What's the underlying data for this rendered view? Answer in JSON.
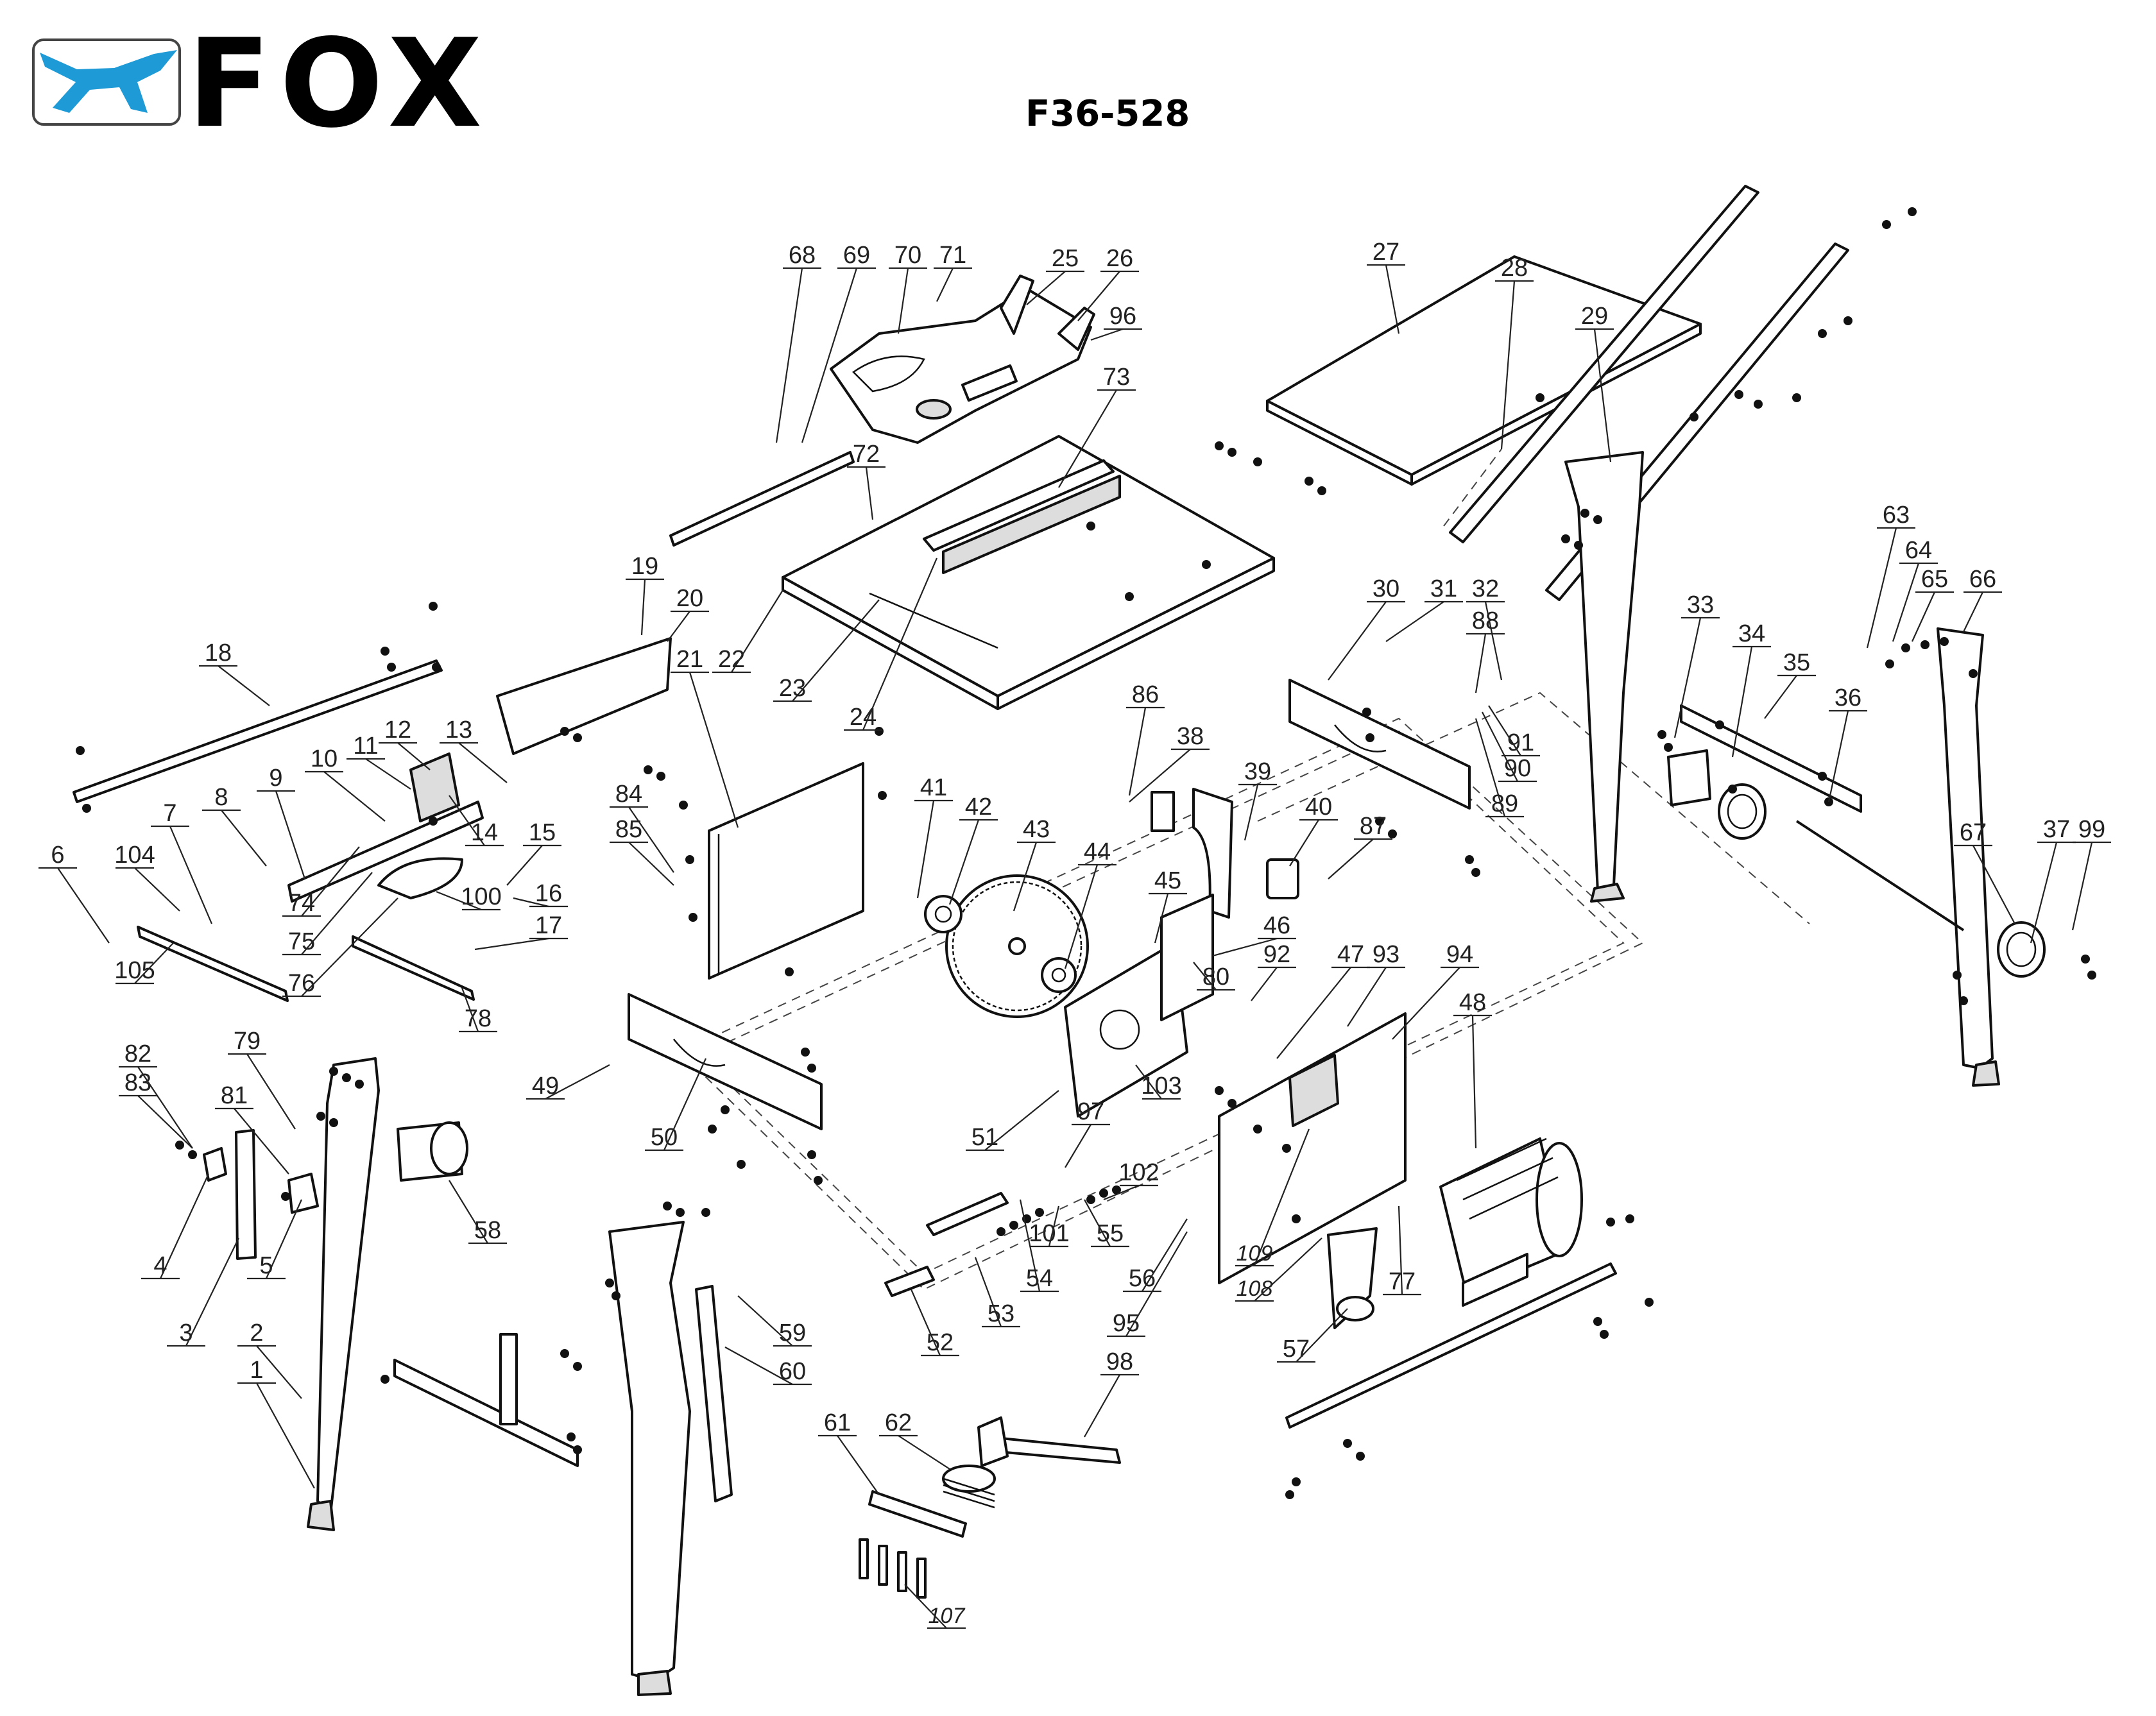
{
  "brand": {
    "name": "FOX",
    "accent": "#1e9ad6",
    "logo_icon": "fox-leaping-icon"
  },
  "model": "F36-528",
  "callouts": [
    {
      "id": "1",
      "label": "1"
    },
    {
      "id": "2",
      "label": "2"
    },
    {
      "id": "3",
      "label": "3"
    },
    {
      "id": "4",
      "label": "4"
    },
    {
      "id": "5",
      "label": "5"
    },
    {
      "id": "6",
      "label": "6"
    },
    {
      "id": "7",
      "label": "7"
    },
    {
      "id": "8",
      "label": "8"
    },
    {
      "id": "9",
      "label": "9"
    },
    {
      "id": "10",
      "label": "10"
    },
    {
      "id": "11",
      "label": "11"
    },
    {
      "id": "12",
      "label": "12"
    },
    {
      "id": "13",
      "label": "13"
    },
    {
      "id": "14",
      "label": "14"
    },
    {
      "id": "15",
      "label": "15"
    },
    {
      "id": "16",
      "label": "16"
    },
    {
      "id": "17",
      "label": "17"
    },
    {
      "id": "18",
      "label": "18"
    },
    {
      "id": "19",
      "label": "19"
    },
    {
      "id": "20",
      "label": "20"
    },
    {
      "id": "21",
      "label": "21"
    },
    {
      "id": "22",
      "label": "22"
    },
    {
      "id": "23",
      "label": "23"
    },
    {
      "id": "24",
      "label": "24"
    },
    {
      "id": "25",
      "label": "25"
    },
    {
      "id": "26",
      "label": "26"
    },
    {
      "id": "27",
      "label": "27"
    },
    {
      "id": "28",
      "label": "28"
    },
    {
      "id": "29",
      "label": "29"
    },
    {
      "id": "30",
      "label": "30"
    },
    {
      "id": "31",
      "label": "31"
    },
    {
      "id": "32",
      "label": "32"
    },
    {
      "id": "33",
      "label": "33"
    },
    {
      "id": "34",
      "label": "34"
    },
    {
      "id": "35",
      "label": "35"
    },
    {
      "id": "36",
      "label": "36"
    },
    {
      "id": "37",
      "label": "37"
    },
    {
      "id": "38",
      "label": "38"
    },
    {
      "id": "39",
      "label": "39"
    },
    {
      "id": "40",
      "label": "40"
    },
    {
      "id": "41",
      "label": "41"
    },
    {
      "id": "42",
      "label": "42"
    },
    {
      "id": "43",
      "label": "43"
    },
    {
      "id": "44",
      "label": "44"
    },
    {
      "id": "45",
      "label": "45"
    },
    {
      "id": "46",
      "label": "46"
    },
    {
      "id": "47",
      "label": "47"
    },
    {
      "id": "48",
      "label": "48"
    },
    {
      "id": "49",
      "label": "49"
    },
    {
      "id": "50",
      "label": "50"
    },
    {
      "id": "51",
      "label": "51"
    },
    {
      "id": "52",
      "label": "52"
    },
    {
      "id": "53",
      "label": "53"
    },
    {
      "id": "54",
      "label": "54"
    },
    {
      "id": "55",
      "label": "55"
    },
    {
      "id": "56",
      "label": "56"
    },
    {
      "id": "57",
      "label": "57"
    },
    {
      "id": "58",
      "label": "58"
    },
    {
      "id": "59",
      "label": "59"
    },
    {
      "id": "60",
      "label": "60"
    },
    {
      "id": "61",
      "label": "61"
    },
    {
      "id": "62",
      "label": "62"
    },
    {
      "id": "63",
      "label": "63"
    },
    {
      "id": "64",
      "label": "64"
    },
    {
      "id": "65",
      "label": "65"
    },
    {
      "id": "66",
      "label": "66"
    },
    {
      "id": "67",
      "label": "67"
    },
    {
      "id": "68",
      "label": "68"
    },
    {
      "id": "69",
      "label": "69"
    },
    {
      "id": "70",
      "label": "70"
    },
    {
      "id": "71",
      "label": "71"
    },
    {
      "id": "72",
      "label": "72"
    },
    {
      "id": "73",
      "label": "73"
    },
    {
      "id": "74",
      "label": "74"
    },
    {
      "id": "75",
      "label": "75"
    },
    {
      "id": "76",
      "label": "76"
    },
    {
      "id": "77",
      "label": "77"
    },
    {
      "id": "78",
      "label": "78"
    },
    {
      "id": "79",
      "label": "79"
    },
    {
      "id": "80",
      "label": "80"
    },
    {
      "id": "81",
      "label": "81"
    },
    {
      "id": "82",
      "label": "82"
    },
    {
      "id": "83",
      "label": "83"
    },
    {
      "id": "84",
      "label": "84"
    },
    {
      "id": "85",
      "label": "85"
    },
    {
      "id": "86",
      "label": "86"
    },
    {
      "id": "87",
      "label": "87"
    },
    {
      "id": "88",
      "label": "88"
    },
    {
      "id": "89",
      "label": "89"
    },
    {
      "id": "90",
      "label": "90"
    },
    {
      "id": "91",
      "label": "91"
    },
    {
      "id": "92",
      "label": "92"
    },
    {
      "id": "93",
      "label": "93"
    },
    {
      "id": "94",
      "label": "94"
    },
    {
      "id": "95",
      "label": "95"
    },
    {
      "id": "96",
      "label": "96"
    },
    {
      "id": "97",
      "label": "97"
    },
    {
      "id": "98",
      "label": "98"
    },
    {
      "id": "99",
      "label": "99"
    },
    {
      "id": "100",
      "label": "100"
    },
    {
      "id": "101",
      "label": "101"
    },
    {
      "id": "102",
      "label": "102"
    },
    {
      "id": "103",
      "label": "103"
    },
    {
      "id": "104",
      "label": "104"
    },
    {
      "id": "105",
      "label": "105"
    },
    {
      "id": "107",
      "label": "107"
    },
    {
      "id": "108",
      "label": "108"
    },
    {
      "id": "109",
      "label": "109"
    }
  ]
}
